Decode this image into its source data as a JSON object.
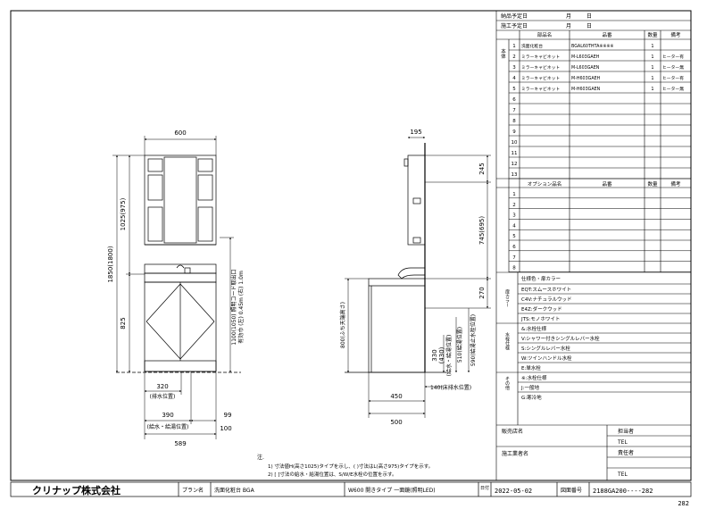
{
  "header_dates": {
    "order_date_label": "納品予定日",
    "work_date_label": "施工予定日",
    "month": "月",
    "day": "日"
  },
  "parts_table": {
    "headers": {
      "name": "部品名",
      "code": "品番",
      "qty": "数量",
      "note": "備考"
    },
    "section_label": "本体",
    "rows": [
      {
        "no": "1",
        "name": "洗面化粧台",
        "code": "BGAL60THTA※※※※",
        "qty": "1",
        "note": ""
      },
      {
        "no": "2",
        "name": "ミラーキャビネット",
        "code": "M-L603GAEH",
        "qty": "1",
        "note": "ヒーター有"
      },
      {
        "no": "3",
        "name": "ミラーキャビネット",
        "code": "M-L603GAEN",
        "qty": "1",
        "note": "ヒーター無"
      },
      {
        "no": "4",
        "name": "ミラーキャビネット",
        "code": "M-H603GAEH",
        "qty": "1",
        "note": "ヒーター有"
      },
      {
        "no": "5",
        "name": "ミラーキャビネット",
        "code": "M-H603GAEN",
        "qty": "1",
        "note": "ヒーター無"
      },
      {
        "no": "6",
        "name": "",
        "code": "",
        "qty": "",
        "note": ""
      },
      {
        "no": "7",
        "name": "",
        "code": "",
        "qty": "",
        "note": ""
      },
      {
        "no": "8",
        "name": "",
        "code": "",
        "qty": "",
        "note": ""
      },
      {
        "no": "9",
        "name": "",
        "code": "",
        "qty": "",
        "note": ""
      },
      {
        "no": "10",
        "name": "",
        "code": "",
        "qty": "",
        "note": ""
      },
      {
        "no": "11",
        "name": "",
        "code": "",
        "qty": "",
        "note": ""
      },
      {
        "no": "12",
        "name": "",
        "code": "",
        "qty": "",
        "note": ""
      },
      {
        "no": "13",
        "name": "",
        "code": "",
        "qty": "",
        "note": ""
      }
    ]
  },
  "option_table": {
    "headers": {
      "name": "オプション品名",
      "code": "品番",
      "qty": "数量",
      "note": "備考"
    },
    "rows": [
      "1",
      "2",
      "3",
      "4",
      "5",
      "6",
      "7",
      "8"
    ]
  },
  "spec_table": {
    "color_label": "扉カラー",
    "color_title": "仕様色・扉カラー",
    "colors": [
      "EQT:スムースホワイト",
      "C4V:ナチュラルウッド",
      "E4Z:ダークウッド",
      "JTS:モノホワイト"
    ],
    "faucet_label": "水栓仕様",
    "faucet_title": "&:水栓仕様",
    "faucets": [
      "V:シャワー付きシングルレバー水栓",
      "S:シングルレバー水栓",
      "W:ツインハンドル水栓",
      "E:単水栓"
    ],
    "other_label": "その他",
    "others": [
      "※:水栓仕様",
      "J:一般地",
      "G:寒冷地"
    ]
  },
  "sales_block": {
    "sales_label": "販売店名",
    "person_label": "担当者",
    "tel": "TEL"
  },
  "construction_block": {
    "label": "施工業者名",
    "person_label": "責任者",
    "tel": "TEL"
  },
  "front_view": {
    "width": "600",
    "h_total": "1850(1800)",
    "h_mirror": "1025(975)",
    "h_base": "825",
    "h_outlet": "1100(1050) 照明コード取出口",
    "outlet_range": "有効巾 (左) 0.45m (右) 1.0m",
    "w_drain": "320",
    "drain_label": "(排水位置)",
    "w_supply": "390",
    "supply_label": "(給水・給湯位置)",
    "w99": "99",
    "w100": "100",
    "w589": "589"
  },
  "side_view": {
    "depth_top": "195",
    "h245": "245",
    "h745": "745(695)",
    "h270": "270",
    "h800": "800(ふち天端高さ)",
    "h330": "330",
    "h430": "(430)",
    "h330_label": "(給水・給湯位置)",
    "h510": "510(給湯位置)",
    "h590": "590(給湯止水栓位置)",
    "d450": "450",
    "d500": "500",
    "d140": "140(床排水位置)"
  },
  "notes": {
    "title": "注.",
    "note1": "1) 寸法値H(高さ1025)タイプを示し、( )寸法はL(高さ975)タイプを示す。",
    "note2": "2) [ ]寸法の給水・給湯位置は、S/W/E水栓の位置を示す。"
  },
  "title_block": {
    "company": "クリナップ株式会社",
    "plan_label": "プラン名",
    "plan_value": "洗面化粧台 BGA",
    "desc": "W600 開きタイプ 一面鏡(照明LED)",
    "date_label": "日付",
    "date": "2022-05-02",
    "drawing_no_label": "図面番号",
    "drawing_no": "2188GA200----282",
    "page_id": "282"
  }
}
